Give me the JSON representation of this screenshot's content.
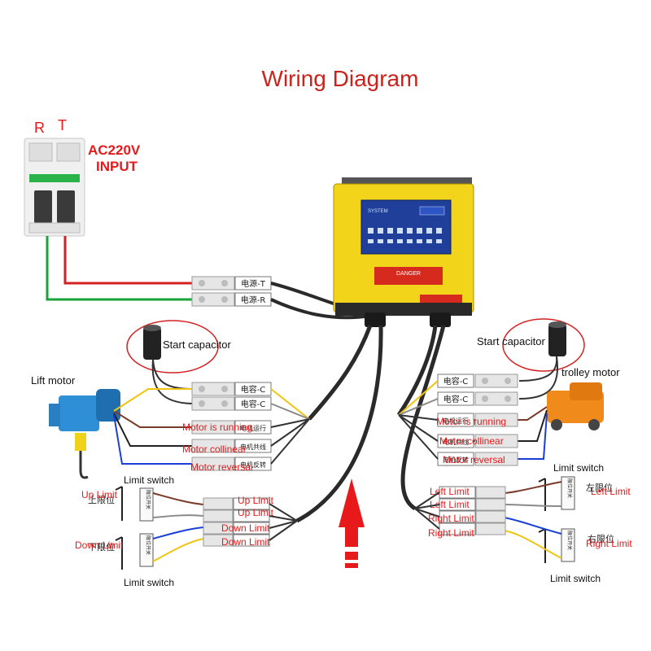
{
  "title": "Wiring Diagram",
  "power": {
    "phase_r": "R",
    "phase_t": "T",
    "voltage": "AC220V",
    "input": "INPUT",
    "terminal_t": "电源-T",
    "terminal_r": "电源-R"
  },
  "controller": {
    "screen_header": "SYSTEM",
    "warning_label": "DANGER"
  },
  "left": {
    "capacitor_label": "Start capacitor",
    "motor_label": "Lift motor",
    "cap_terminal_1": "电容-C",
    "cap_terminal_2": "电容-C",
    "motor_terminal_1": "电机运行",
    "motor_terminal_2": "电机共线",
    "motor_terminal_3": "电机反转",
    "motor_running": "Motor is running",
    "motor_collinear": "Motor collinear",
    "motor_reversal": "Motor reversal",
    "limit_switch_top": "Limit switch",
    "limit_switch_bottom": "Limit switch",
    "up_limit": "Up Limit",
    "down_limit": "Down Limit",
    "up_limit_cn": "上限位",
    "down_limit_cn": "下限位",
    "switch_cn": "限位开关",
    "terminal_up_1": "Up Limit",
    "terminal_up_2": "Up Limit",
    "terminal_down_1": "Down Limit",
    "terminal_down_2": "Down Limit"
  },
  "right": {
    "capacitor_label": "Start capacitor",
    "motor_label": "trolley motor",
    "cap_terminal_1": "电容-C",
    "cap_terminal_2": "电容-C",
    "motor_terminal_1": "电机运行",
    "motor_terminal_2": "电机共线",
    "motor_terminal_3": "电机反转",
    "motor_running": "Motor is running",
    "motor_collinear": "Motor collinear",
    "motor_reversal": "Motor reversal",
    "limit_switch_top": "Limit switch",
    "limit_switch_bottom": "Limit switch",
    "left_limit": "Left Limit",
    "right_limit": "Right Limit",
    "left_limit_cn": "左限位",
    "right_limit_cn": "右限位",
    "switch_cn": "限位开关",
    "terminal_left_1": "Left Limit",
    "terminal_left_2": "Left Limit",
    "terminal_right_1": "Right Limit",
    "terminal_right_2": "Right Limit"
  },
  "colors": {
    "title": "#c8231c",
    "label_red": "#e8191a",
    "wire_red": "#d42020",
    "wire_green": "#1aa33a",
    "wire_blue": "#1a3fd6",
    "wire_brown": "#7a3a2a",
    "wire_yellow": "#f1c40f",
    "wire_gray": "#8a8a8a",
    "cable": "#2a2a2a",
    "controller": "#f2d51a",
    "screen": "#1f3f9a"
  }
}
